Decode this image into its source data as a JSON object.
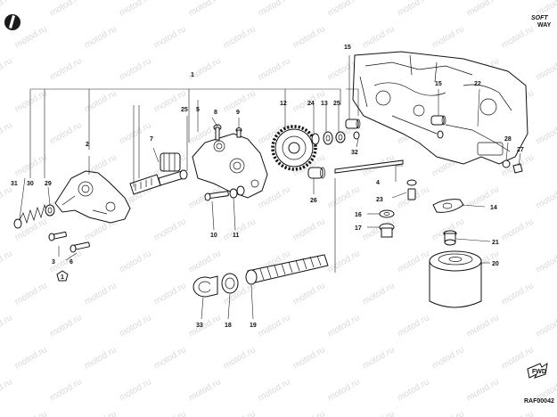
{
  "watermark": "motod.ru",
  "brand": {
    "line1": "SOFT",
    "line2": "WAY"
  },
  "figure_code": "RAF00042",
  "fwd_label": "FWD",
  "callouts": {
    "c1": "1",
    "c2": "2",
    "c3": "3",
    "c4": "4",
    "c5": "5",
    "c6": "6",
    "c7": "7",
    "c8": "8",
    "c9": "9",
    "c10": "10",
    "c11": "11",
    "c12": "12",
    "c13": "13",
    "c14": "14",
    "c15": "15",
    "c15b": "15",
    "c16": "16",
    "c17": "17",
    "c18": "18",
    "c19": "19",
    "c20": "20",
    "c21": "21",
    "c22": "22",
    "c23": "23",
    "c24": "24",
    "c25": "25",
    "c25b": "25",
    "c26": "26",
    "c27": "27",
    "c28": "28",
    "c29": "29",
    "c30": "30",
    "c31": "31",
    "c32": "32",
    "c33": "33",
    "cref": "1"
  },
  "colors": {
    "ink": "#111111",
    "watermark": "#d9d9d9",
    "logo": "#1a1a1a"
  }
}
